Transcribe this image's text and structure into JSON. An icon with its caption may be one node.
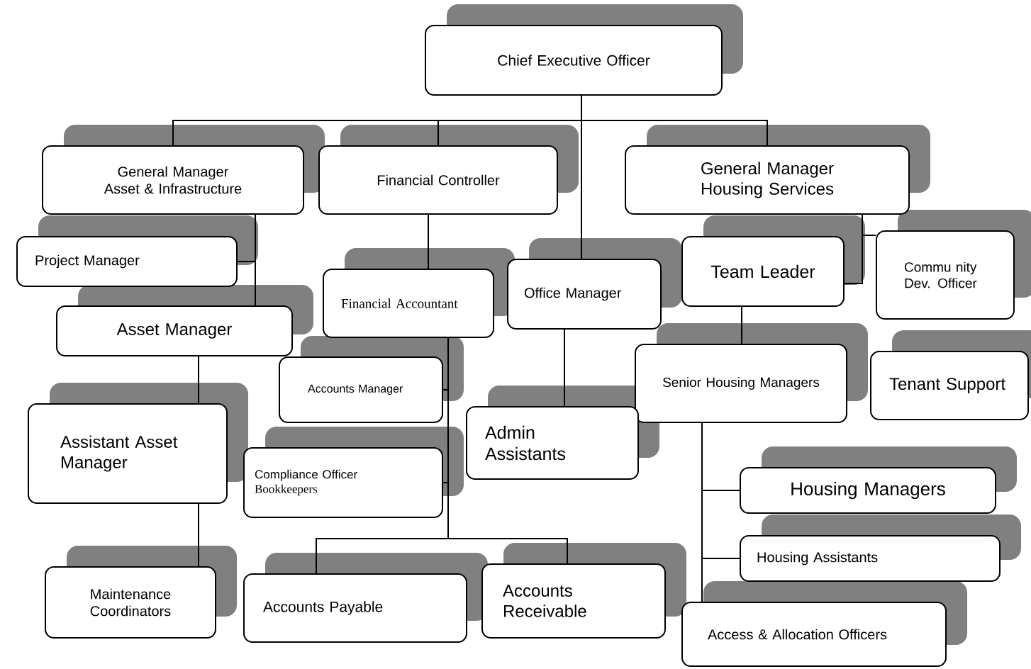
{
  "diagram": {
    "nodes": [
      {
        "text": [
          "Chief Executive Officer"
        ]
      },
      {
        "text": [
          "General Manager Asset & Infrastructure"
        ]
      },
      {
        "text": [
          "Financial Controller"
        ]
      },
      {
        "text": [
          "General Manager Housing Services"
        ]
      },
      {
        "text": [
          "Project Manager"
        ]
      },
      {
        "text": [
          "Financial Accountant"
        ]
      },
      {
        "text": [
          "Office Manager"
        ]
      },
      {
        "text": [
          "Team Leader"
        ]
      },
      {
        "text": [
          "Commu nity Dev. Officer"
        ]
      },
      {
        "text": [
          "Asset Manager"
        ]
      },
      {
        "text": [
          "Accounts Manager"
        ]
      },
      {
        "text": [
          "Senior Housing Managers"
        ]
      },
      {
        "text": [
          "Tenant Support"
        ]
      },
      {
        "text": [
          "Assistant Asset Manager"
        ]
      },
      {
        "text": [
          "Compliance Officer",
          "Bookkeepers"
        ]
      },
      {
        "text": [
          "Admin Assistants"
        ]
      },
      {
        "text": [
          "Housing Managers"
        ]
      },
      {
        "text": [
          "Housing Assistants"
        ]
      },
      {
        "text": [
          "Maintenance Coordinators"
        ]
      },
      {
        "text": [
          "Accounts Payable"
        ]
      },
      {
        "text": [
          "Accounts Receivable"
        ]
      },
      {
        "text": [
          "Access & Allocation Officers"
        ]
      }
    ],
    "edges": [
      {
        "from": 0,
        "to": 1,
        "arrow": "none"
      },
      {
        "from": 0,
        "to": 2,
        "arrow": "none"
      },
      {
        "from": 0,
        "to": 3,
        "arrow": "none"
      },
      {
        "from": 0,
        "to": 6,
        "arrow": "none"
      },
      {
        "from": 1,
        "to": 4,
        "arrow": "none"
      },
      {
        "from": 1,
        "to": 9,
        "arrow": "none"
      },
      {
        "from": 2,
        "to": 5,
        "arrow": "none"
      },
      {
        "from": 5,
        "to": 10,
        "arrow": "none"
      },
      {
        "from": 5,
        "to": 14,
        "arrow": "none"
      },
      {
        "from": 5,
        "to": 19,
        "arrow": "none"
      },
      {
        "from": 5,
        "to": 20,
        "arrow": "none"
      },
      {
        "from": 3,
        "to": 8,
        "arrow": "none"
      },
      {
        "from": 3,
        "to": 7,
        "arrow": "none"
      },
      {
        "from": 6,
        "to": 15,
        "arrow": "none"
      },
      {
        "from": 7,
        "to": 11,
        "arrow": "none"
      },
      {
        "from": 9,
        "to": 13,
        "arrow": "none"
      },
      {
        "from": 13,
        "to": 18,
        "arrow": "none"
      },
      {
        "from": 11,
        "to": 16,
        "arrow": "none"
      },
      {
        "from": 11,
        "to": 17,
        "arrow": "none"
      },
      {
        "from": 11,
        "to": 21,
        "arrow": "none"
      }
    ]
  }
}
